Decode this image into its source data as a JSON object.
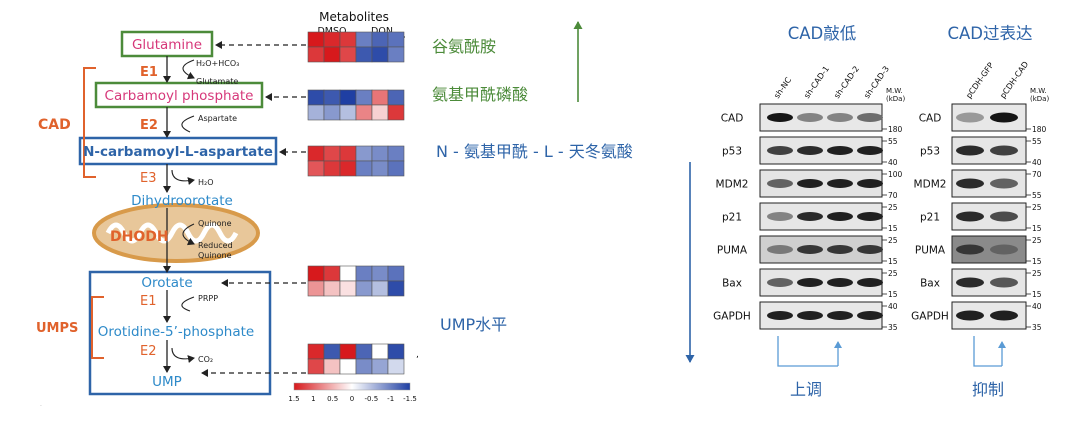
{
  "pathway": {
    "glutamine": "Glutamine",
    "h2o_hco3": "H₂O+HCO₃",
    "e1": "E1",
    "glutamate": "Glutamate",
    "carbamoyl_phosphate": "Carbamoyl phosphate",
    "e2": "E2",
    "aspartate": "Aspartate",
    "cad": "CAD",
    "ncla": "N-carbamoyl-L-aspartate",
    "e3": "E3",
    "h2o": "H₂O",
    "dihydroorotate": "Dihydroorotate",
    "quinone": "Quinone",
    "reduced_quinone": "Reduced\nQuinone",
    "dhodh": "DHODH",
    "orotate": "Orotate",
    "umps_e1": "E1",
    "prpp": "PRPP",
    "umps": "UMPS",
    "o5p": "Orotidine-5’-phosphate",
    "umps_e2": "E2",
    "co2": "CO₂",
    "ump": "UMP"
  },
  "heatmap": {
    "title": "Metabolites",
    "col_labels": [
      "DMSO",
      "DON"
    ],
    "colorbar_ticks": [
      "1.5",
      "1",
      "0.5",
      "0",
      "-0.5",
      "-1",
      "-1.5"
    ],
    "colors": {
      "high": "#d7191c",
      "mid": "#ffffff",
      "low": "#1f3fa3"
    },
    "blocks": [
      {
        "name": "glutamine",
        "rows": [
          [
            1.5,
            1.4,
            1.3,
            -1.0,
            -1.2,
            -1.1
          ],
          [
            1.3,
            1.5,
            1.2,
            -1.3,
            -1.4,
            -1.0
          ]
        ]
      },
      {
        "name": "carbamoyl-phosphate",
        "rows": [
          [
            -1.4,
            -1.3,
            -1.5,
            -1.0,
            0.9,
            -1.2
          ],
          [
            -0.6,
            -0.8,
            -0.5,
            0.8,
            0.3,
            1.3
          ]
        ]
      },
      {
        "name": "n-carbamoyl-l-aspartate",
        "rows": [
          [
            1.4,
            1.2,
            1.3,
            -0.8,
            -0.9,
            -1.0
          ],
          [
            1.1,
            1.3,
            1.4,
            -1.0,
            -0.9,
            -1.1
          ]
        ]
      },
      {
        "name": "orotate",
        "rows": [
          [
            1.5,
            1.3,
            0.0,
            -1.0,
            -0.9,
            -1.1
          ],
          [
            0.7,
            0.4,
            0.2,
            -0.8,
            -0.5,
            -1.4
          ]
        ]
      },
      {
        "name": "ump",
        "rows": [
          [
            1.4,
            -1.3,
            1.5,
            -1.2,
            0.0,
            -1.4
          ],
          [
            1.2,
            0.4,
            0.0,
            -0.9,
            -0.7,
            -0.3
          ]
        ]
      }
    ]
  },
  "annotations": {
    "glutamine_cn": "谷氨酰胺",
    "carbamoyl_cn": "氨基甲酰磷酸",
    "ncla_cn": "N - 氨基甲酰 - L - 天冬氨酸",
    "ump_cn": "UMP水平"
  },
  "westerns": {
    "knockdown_title": "CAD敲低",
    "overexpression_title": "CAD过表达",
    "knockdown_lanes": [
      "sh-NC",
      "sh-CAD-1",
      "sh-CAD-2",
      "sh-CAD-3"
    ],
    "overexpression_lanes": [
      "pCDH-GFP",
      "pCDH-CAD"
    ],
    "mw_label": "M.W.\n(kDa)",
    "proteins": [
      "CAD",
      "p53",
      "MDM2",
      "p21",
      "PUMA",
      "Bax",
      "GAPDH"
    ],
    "kd_markers": [
      [
        "180"
      ],
      [
        "55",
        "40"
      ],
      [
        "100",
        "70"
      ],
      [
        "25",
        "15"
      ],
      [
        "25",
        "15"
      ],
      [
        "25",
        "15"
      ],
      [
        "40",
        "35"
      ]
    ],
    "oe_markers": [
      [
        "180"
      ],
      [
        "55",
        "40"
      ],
      [
        "70",
        "55"
      ],
      [
        "25",
        "15"
      ],
      [
        "25",
        "15"
      ],
      [
        "25",
        "15"
      ],
      [
        "40",
        "35"
      ]
    ],
    "upregulated": "上调",
    "suppressed": "抑制"
  }
}
